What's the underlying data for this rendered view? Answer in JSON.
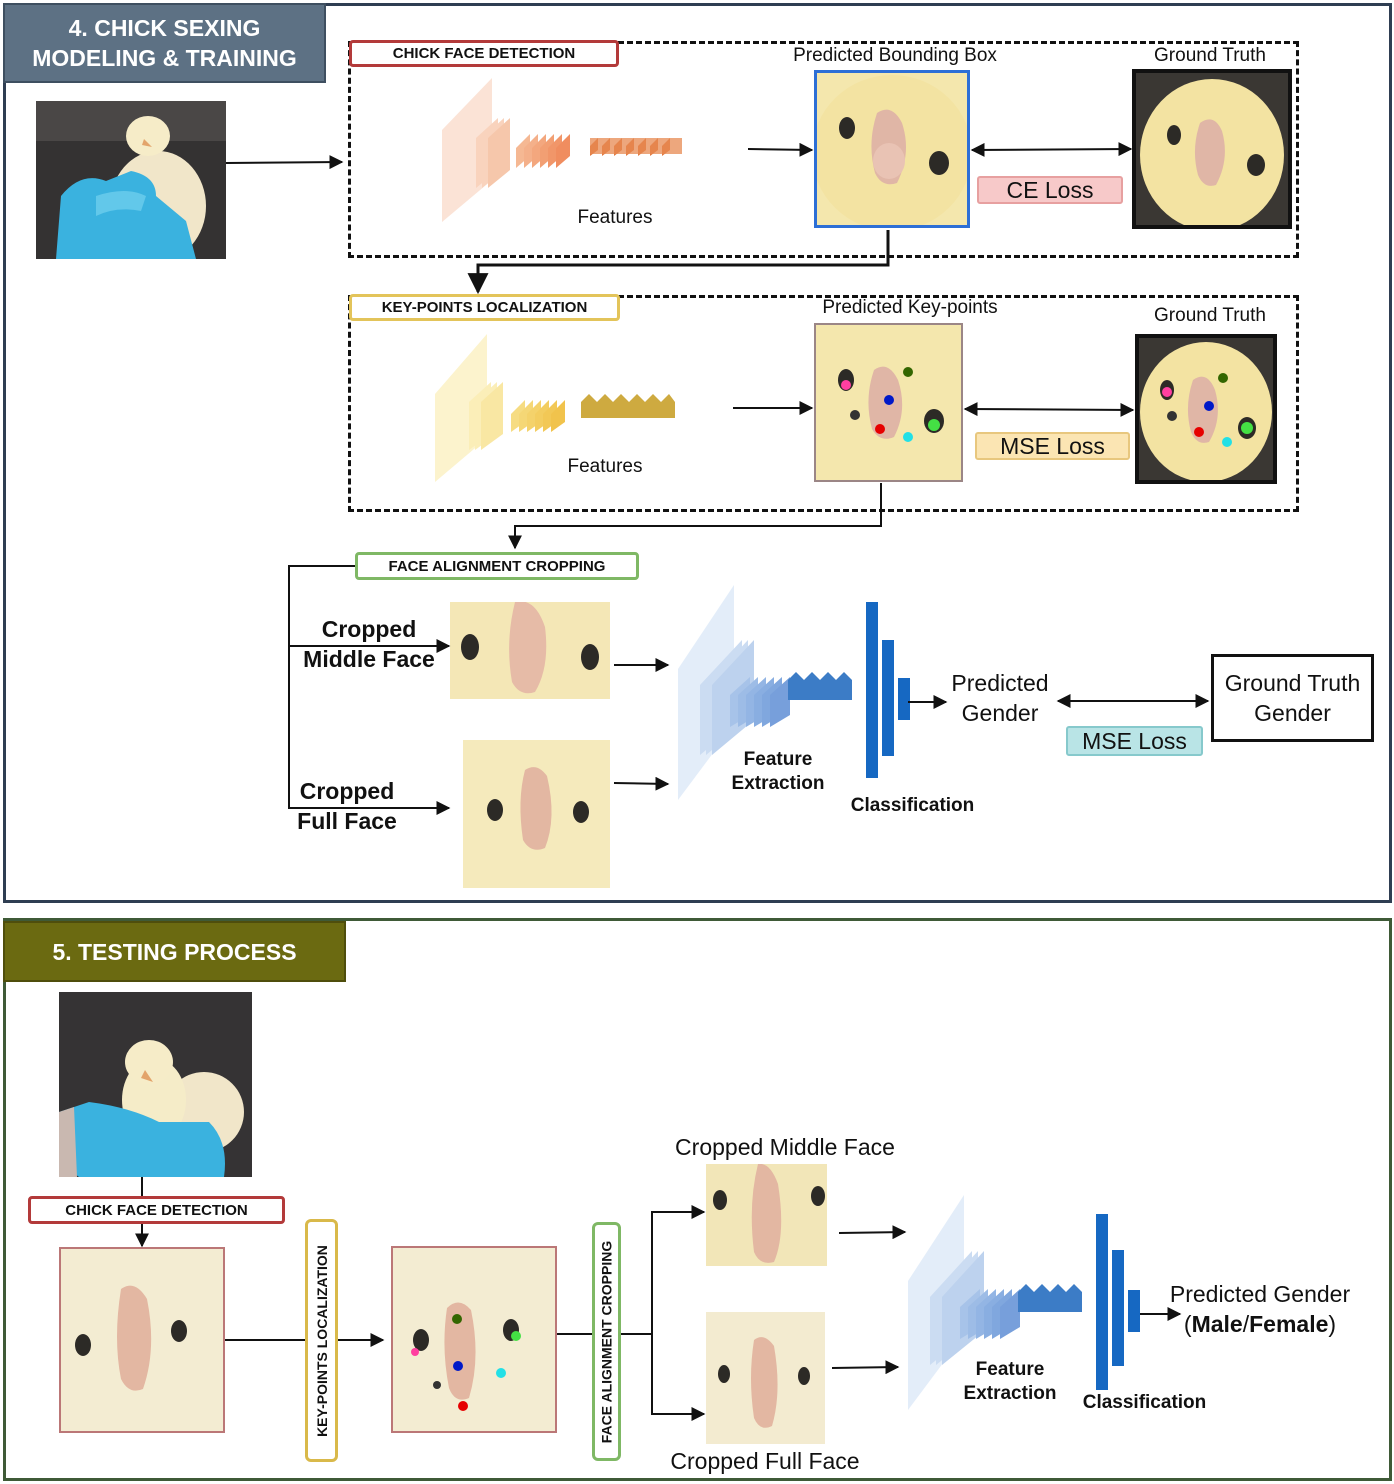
{
  "training": {
    "header": "4. CHICK SEXING\nMODELING & TRAINING",
    "detection": {
      "tag": "CHICK FACE DETECTION",
      "features_label": "Features",
      "predicted_label": "Predicted Bounding Box",
      "ground_truth_label": "Ground Truth",
      "loss_label": "CE Loss"
    },
    "keypoints": {
      "tag": "KEY-POINTS LOCALIZATION",
      "features_label": "Features",
      "predicted_label": "Predicted Key-points",
      "ground_truth_label": "Ground Truth",
      "loss_label": "MSE Loss"
    },
    "alignment": {
      "tag": "FACE ALIGNMENT CROPPING",
      "middle_face_label": "Cropped\nMiddle Face",
      "full_face_label": "Cropped\nFull Face",
      "feature_extraction_label": "Feature\nExtraction",
      "classification_label": "Classification",
      "predicted_gender_label": "Predicted\nGender",
      "ground_truth_gender_label": "Ground Truth\nGender",
      "loss_label": "MSE Loss"
    }
  },
  "testing": {
    "header": "5. TESTING PROCESS",
    "detection_tag": "CHICK FACE DETECTION",
    "keypoints_tag": "KEY-POINTS LOCALIZATION",
    "alignment_tag": "FACE ALIGNMENT CROPPING",
    "middle_face_label": "Cropped Middle Face",
    "full_face_label": "Cropped Full Face",
    "feature_extraction_label": "Feature\nExtraction",
    "classification_label": "Classification",
    "predicted_gender_line1": "Predicted Gender",
    "predicted_gender_open": "(",
    "male": "Male",
    "slash": "/",
    "female": "Female",
    "predicted_gender_close": ")"
  },
  "colors": {
    "training_header": "#5d7184",
    "testing_header": "#6b6a11",
    "detection_red": "#b33a3a",
    "keypoint_yellow": "#d9b94a",
    "alignment_green": "#7fb865",
    "ce_loss_fill": "#f7c9c9",
    "mse_loss_fill": "#fbe5b3",
    "final_mse_fill": "#b9e4e6",
    "panel_border_top": "#2f3e52",
    "panel_border_bottom": "#3f5a37",
    "classifier_blue": "#1668c2"
  },
  "keypoint_colors": [
    "#ff3fa0",
    "#336600",
    "#0018c8",
    "#333333",
    "#e60000",
    "#22e0e6",
    "#44e044"
  ]
}
